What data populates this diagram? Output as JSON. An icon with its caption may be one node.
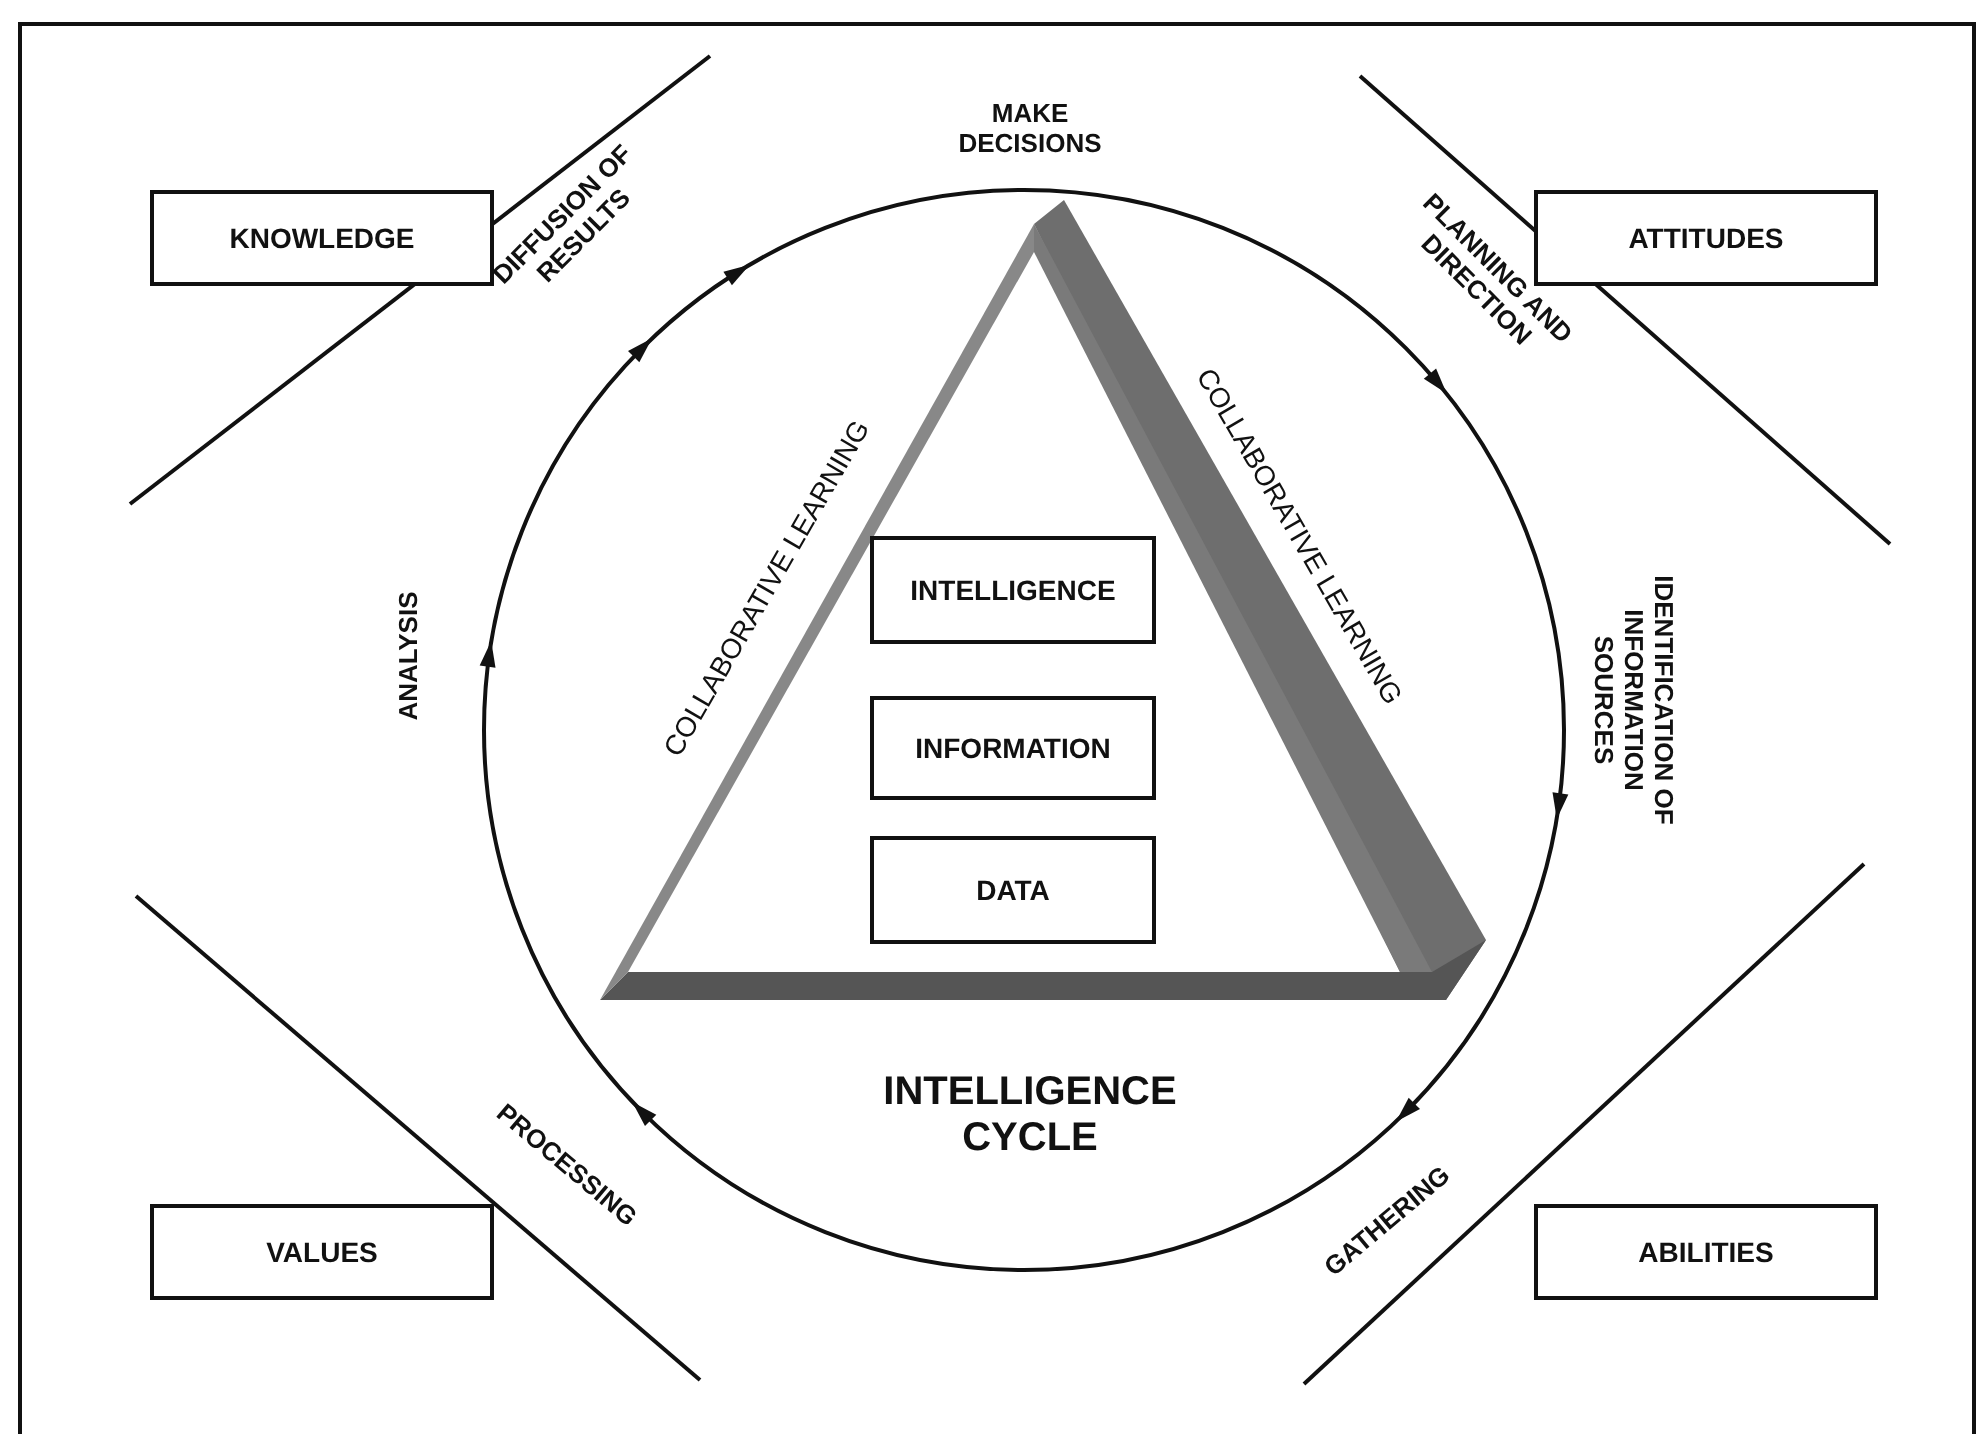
{
  "diagram": {
    "nodes": [
      {
        "text": [
          "KNOWLEDGE"
        ]
      },
      {
        "text": [
          "ATTITUDES"
        ]
      },
      {
        "text": [
          "VALUES"
        ]
      },
      {
        "text": [
          "ABILITIES"
        ]
      },
      {
        "text": [
          "INTELLIGENCE"
        ]
      },
      {
        "text": [
          "INFORMATION"
        ]
      },
      {
        "text": [
          "DATA"
        ]
      }
    ],
    "labels": [
      "MAKE DECISIONS",
      "DIFFUSION OF RESULTS",
      "PLANNING AND DIRECTION",
      "COLLABORATIVE LEARNING",
      "COLLABORATIVE LEARNING",
      "ANALYSIS",
      "IDENTIFICATION OF INFORMATION SOURCES",
      "INTELLIGENCE CYCLE",
      "PROCESSING",
      "GATHERING"
    ]
  }
}
